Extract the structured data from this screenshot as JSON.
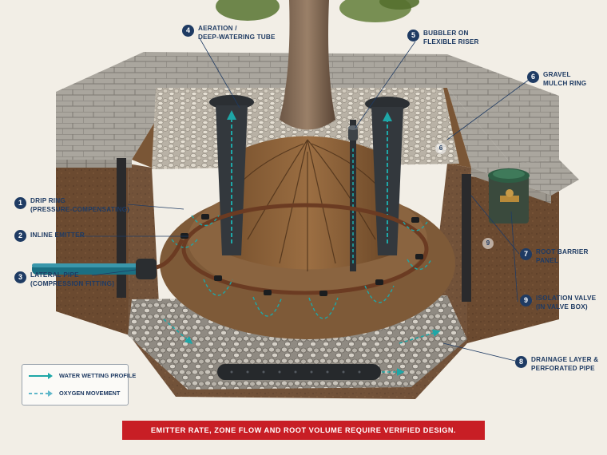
{
  "callouts": [
    {
      "id": "c1",
      "number": "1",
      "lines": [
        "DRIP RING",
        "(PRESSURE-COMPENSATING)"
      ]
    },
    {
      "id": "c2",
      "number": "2",
      "lines": [
        "INLINE EMITTER"
      ]
    },
    {
      "id": "c3",
      "number": "3",
      "lines": [
        "LATERAL PIPE",
        "(COMPRESSION FITTING)"
      ]
    },
    {
      "id": "c4",
      "number": "4",
      "lines": [
        "AERATION /",
        "DEEP-WATERING TUBE"
      ]
    },
    {
      "id": "c5",
      "number": "5",
      "lines": [
        "BUBBLER ON",
        "FLEXIBLE RISER"
      ]
    },
    {
      "id": "c6",
      "number": "6",
      "lines": [
        "GRAVEL",
        "MULCH RING"
      ]
    },
    {
      "id": "c7",
      "number": "7",
      "lines": [
        "ROOT BARRIER",
        "PANEL"
      ]
    },
    {
      "id": "c8",
      "number": "8",
      "lines": [
        "DRAINAGE LAYER &",
        "PERFORATED PIPE"
      ]
    },
    {
      "id": "c9",
      "number": "9",
      "lines": [
        "ISOLATION VALVE",
        "(IN VALVE BOX)"
      ]
    }
  ],
  "inline_tags": {
    "gravel": "6",
    "barrier": "9"
  },
  "legend": {
    "water": "WATER WETTING PROFILE",
    "oxygen": "OXYGEN MOVEMENT"
  },
  "banner": "EMITTER RATE, ZONE FLOW AND ROOT VOLUME REQUIRE VERIFIED DESIGN.",
  "colors": {
    "navy": "#1f3b63",
    "water": "#1ea7a7",
    "banner": "#c81e25",
    "soil": "#6b4a30",
    "paver": "#a8a49c"
  }
}
